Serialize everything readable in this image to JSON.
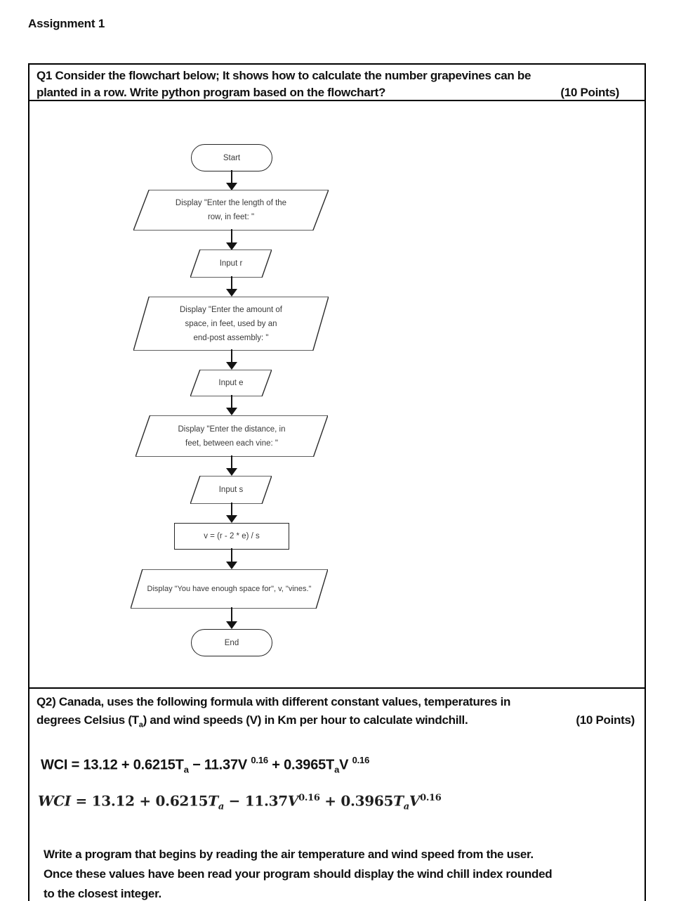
{
  "page": {
    "title": "Assignment 1"
  },
  "q1": {
    "line1": "Q1 Consider the flowchart below; It shows how to calculate the number grapevines can be",
    "line2": "planted in a row. Write python program based on the flowchart?",
    "points": "(10 Points)"
  },
  "flowchart": {
    "nodes": [
      {
        "type": "terminator",
        "label": "Start"
      },
      {
        "type": "display",
        "lines": [
          "Display \"Enter the length of the",
          "row, in feet: \""
        ]
      },
      {
        "type": "input",
        "lines": [
          "Input r"
        ]
      },
      {
        "type": "display",
        "lines": [
          "Display \"Enter the amount of",
          "space, in feet, used by an",
          "end-post assembly: \""
        ]
      },
      {
        "type": "input",
        "lines": [
          "Input e"
        ]
      },
      {
        "type": "display",
        "lines": [
          "Display \"Enter the distance, in",
          "feet, between each vine: \""
        ]
      },
      {
        "type": "input",
        "lines": [
          "Input s"
        ]
      },
      {
        "type": "process",
        "lines": [
          "v = (r - 2 * e) / s"
        ]
      },
      {
        "type": "display",
        "lines": [
          "Display \"You have enough space for\", v, \"vines.\""
        ]
      },
      {
        "type": "terminator",
        "label": "End"
      }
    ]
  },
  "q2": {
    "line1": "Q2) Canada, uses the following formula with different constant values, temperatures in",
    "line2_part1": "degrees Celsius (T",
    "line2_sub": "a",
    "line2_part2": ") and wind speeds (V) in Km per hour to calculate windchill.",
    "points": "(10 Points)"
  },
  "formula_sans": {
    "p1": "WCI = 13.12 + 0.6215T",
    "sub1": "a",
    "p2": " − 11.37V ",
    "sup1": "0.16",
    "p3": " + 0.3965T",
    "sub2": "a",
    "p4": "V ",
    "sup2": "0.16"
  },
  "formula_serif": {
    "var1": "WCI",
    "p1": " = 13.12 + 0.6215",
    "var2": "T",
    "sub1": "a",
    "p2": " − 11.37",
    "var3": "V",
    "sup1": "0.16",
    "p3": " + 0.3965",
    "var4": "T",
    "sub2": "a",
    "var5": "V",
    "sup2": "0.16"
  },
  "closing": {
    "line1": "Write a program that begins by reading the air temperature and wind speed from the user.",
    "line2": "Once these values have been read your program should display the wind chill index rounded",
    "line3": "to the closest integer."
  }
}
